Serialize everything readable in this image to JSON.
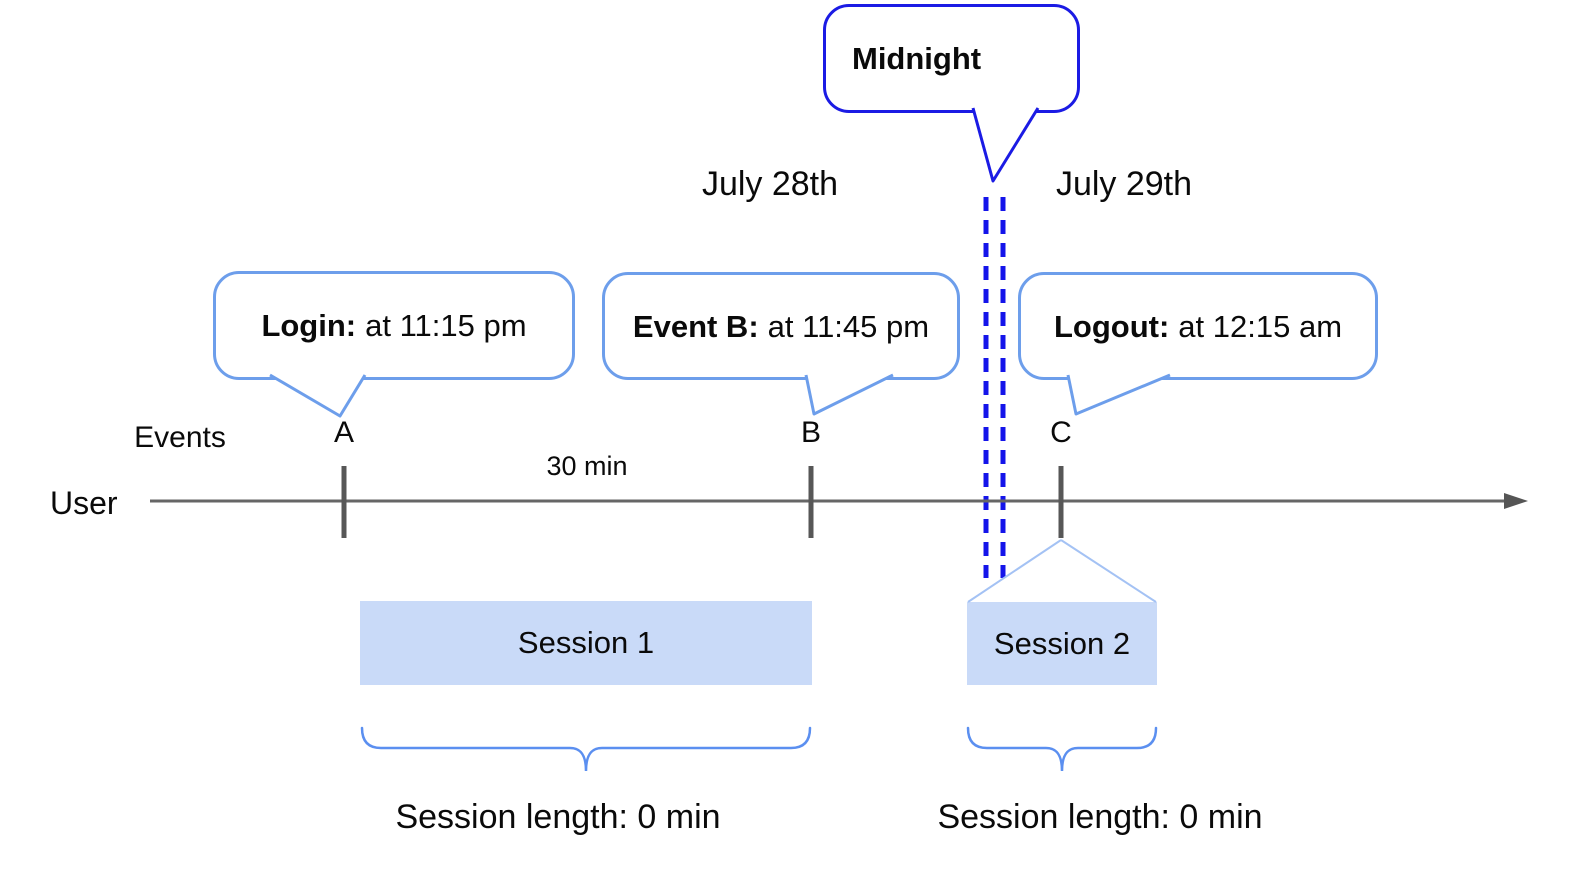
{
  "timeline": {
    "user_label": "User",
    "events_label": "Events",
    "interval_label": "30 min",
    "date_left": "July 28th",
    "date_right": "July 29th",
    "midnight_label": "Midnight"
  },
  "events": [
    {
      "label": "A",
      "callout": {
        "title": "Login:",
        "detail": "at 11:15 pm"
      }
    },
    {
      "label": "B",
      "callout": {
        "title": "Event B:",
        "detail": "at 11:45 pm"
      }
    },
    {
      "label": "C",
      "callout": {
        "title": "Logout:",
        "detail": "at 12:15 am"
      }
    }
  ],
  "sessions": [
    {
      "label": "Session 1",
      "length_label": "Session length: 0 min"
    },
    {
      "label": "Session 2",
      "length_label": "Session length: 0 min"
    }
  ],
  "colors": {
    "callout_border_blue": "#6d9eeb",
    "midnight_strong_blue": "#1b1be4",
    "midnight_dash_blue": "#1414ea",
    "session_fill_blue": "#c9daf8",
    "funnel_light_blue": "#a4c2f4",
    "brace_blue": "#5b8ff0",
    "axis_gray": "#666666",
    "tick_gray": "#575757",
    "text_black": "#0a0a0a"
  }
}
